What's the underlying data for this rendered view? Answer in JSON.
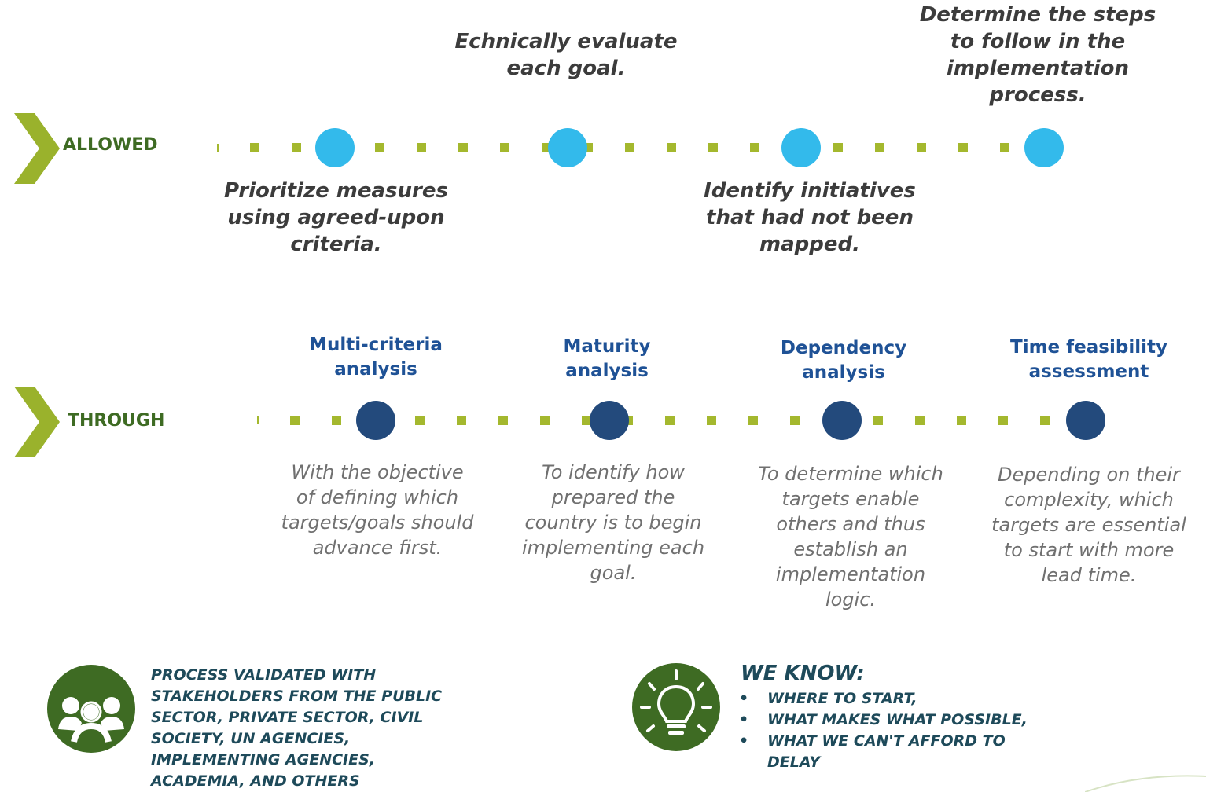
{
  "colors": {
    "chevron": "#9ab22c",
    "row_label": "#3e6b23",
    "dots": "#a4b82e",
    "circle_allowed": "#33baeb",
    "circle_through": "#234a7c",
    "analysis_title": "#1f5296",
    "icon_bg": "#3e6b23"
  },
  "allowed_row": {
    "label": "ALLOWED",
    "above": [
      {
        "text": "Echnically evaluate\neach goal."
      },
      {
        "text": "Determine the steps\nto follow in the\nimplementation\nprocess."
      }
    ],
    "below": [
      {
        "text": "Prioritize measures\nusing agreed-upon\ncriteria."
      },
      {
        "text": "Identify initiatives\nthat had not been\nmapped."
      }
    ]
  },
  "through_row": {
    "label": "THROUGH",
    "analyses": [
      {
        "title": "Multi-criteria\nanalysis",
        "desc": "With the objective\nof defining which\ntargets/goals should\nadvance first."
      },
      {
        "title": "Maturity\nanalysis",
        "desc": "To identify how\nprepared the\ncountry is to begin\nimplementing each\ngoal."
      },
      {
        "title": "Dependency\nanalysis",
        "desc": "To determine which\ntargets enable\nothers and thus\nestablish an\nimplementation\nlogic."
      },
      {
        "title": "Time feasibility\nassessment",
        "desc": "Depending on their\ncomplexity, which\ntargets are essential\nto start with more\nlead time."
      }
    ]
  },
  "validation": {
    "icon": "people-group-icon",
    "text": "PROCESS VALIDATED WITH\nSTAKEHOLDERS FROM THE PUBLIC\nSECTOR, PRIVATE SECTOR, CIVIL\nSOCIETY, UN AGENCIES,\nIMPLEMENTING AGENCIES,\nACADEMIA, AND OTHERS"
  },
  "we_know": {
    "icon": "lightbulb-icon",
    "title": "WE KNOW:",
    "items": [
      "WHERE TO START,",
      "WHAT MAKES WHAT POSSIBLE,",
      "WHAT WE CAN'T AFFORD TO\nDELAY"
    ]
  }
}
